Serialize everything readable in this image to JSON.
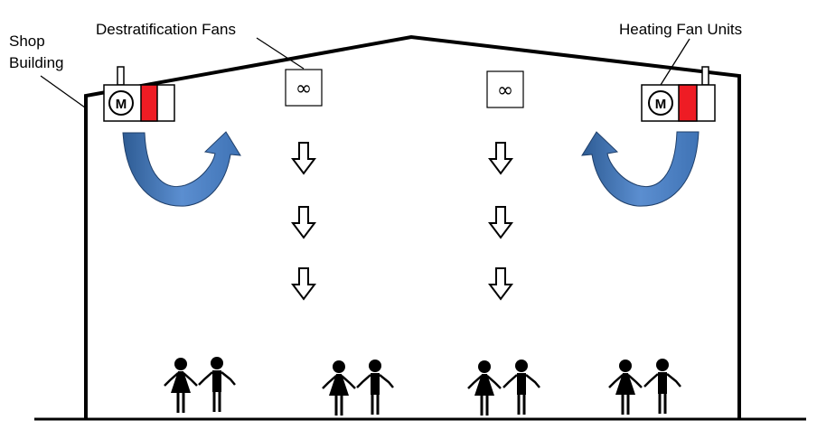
{
  "labels": {
    "building_line1": "Shop",
    "building_line2": "Building",
    "destrat_fans": "Destratification Fans",
    "heating_units": "Heating Fan Units"
  },
  "heating_unit_motor_text": "M",
  "destrat_fan_symbol": "∞",
  "colors": {
    "heater_element": "#ee1c24",
    "recirculation_arrow": "#4a7ebb",
    "recirculation_arrow_dark": "#2e5c94",
    "line": "#000000"
  }
}
